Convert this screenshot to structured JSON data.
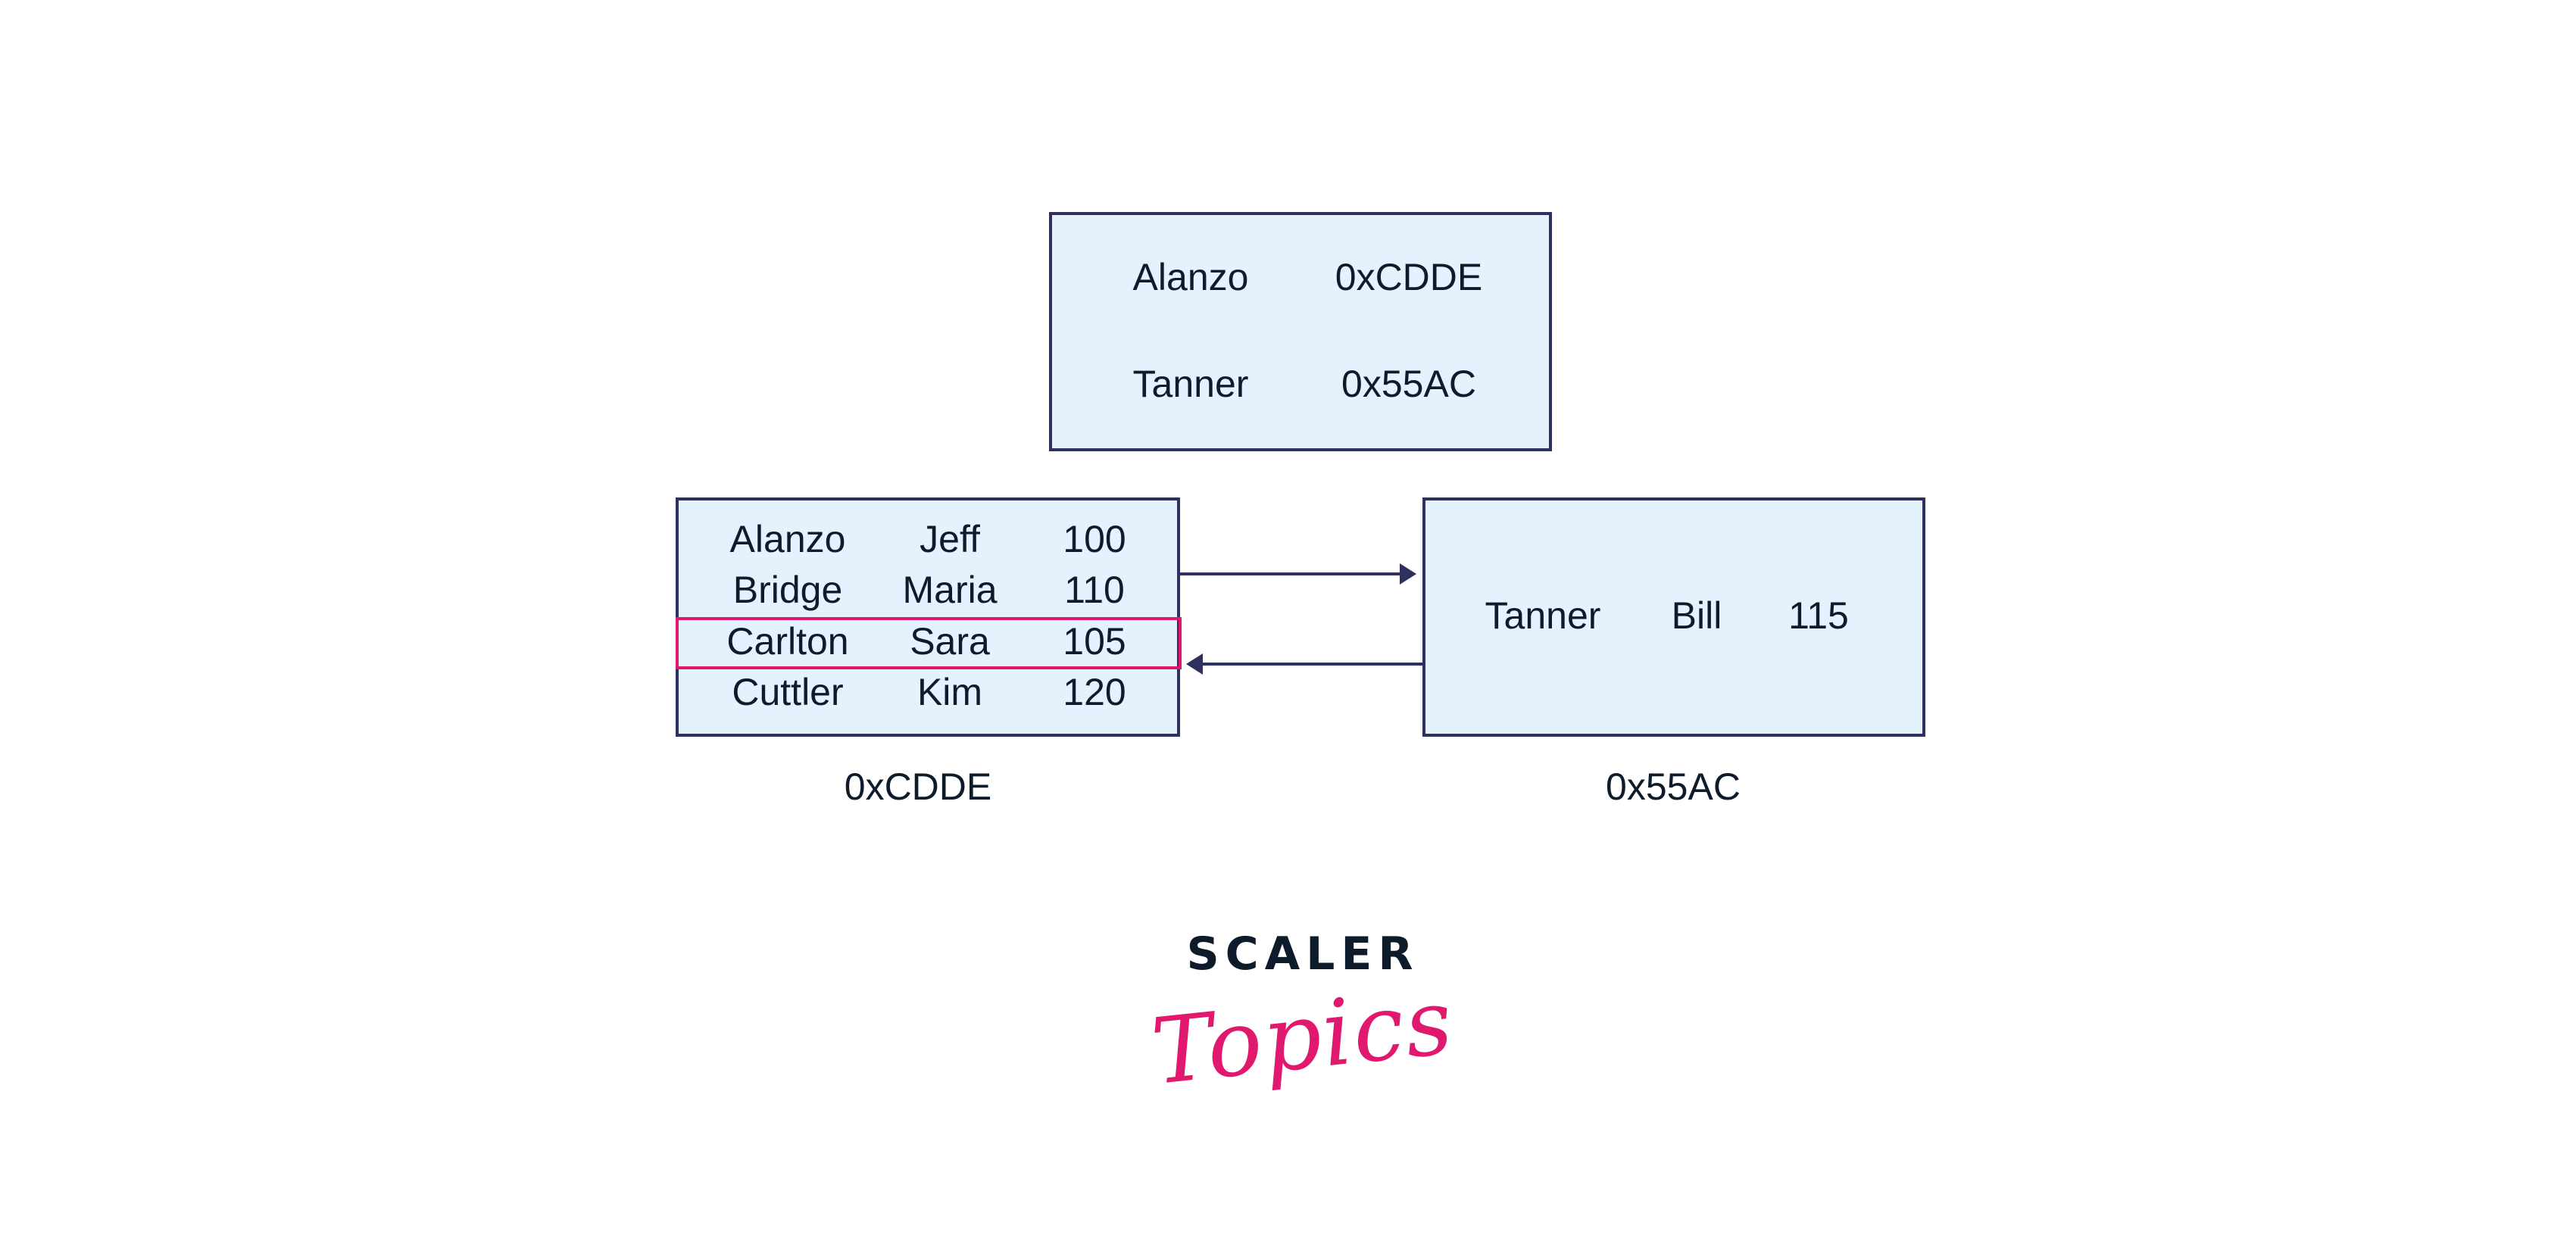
{
  "colors": {
    "box_fill": "#e3f2fd",
    "box_border": "#2e3160",
    "highlight": "#e0196e",
    "text": "#0d1b2a",
    "brand_pink": "#e0196e"
  },
  "index_block": {
    "rows": [
      {
        "key": "Alanzo",
        "pointer": "0xCDDE"
      },
      {
        "key": "Tanner",
        "pointer": "0x55AC"
      }
    ]
  },
  "data_block_left": {
    "address": "0xCDDE",
    "rows": [
      {
        "last": "Alanzo",
        "first": "Jeff",
        "value": "100"
      },
      {
        "last": "Bridge",
        "first": "Maria",
        "value": "110"
      },
      {
        "last": "Carlton",
        "first": "Sara",
        "value": "105"
      },
      {
        "last": "Cuttler",
        "first": "Kim",
        "value": "120"
      }
    ],
    "highlighted_row": 2
  },
  "data_block_right": {
    "address": "0x55AC",
    "rows": [
      {
        "last": "Tanner",
        "first": "Bill",
        "value": "115"
      }
    ]
  },
  "arrows": [
    {
      "from": "data_block_left",
      "to": "data_block_right",
      "direction": "right"
    },
    {
      "from": "data_block_right",
      "to": "data_block_left",
      "direction": "left"
    }
  ],
  "logo": {
    "line1": "SCALER",
    "line2": "Topics"
  }
}
